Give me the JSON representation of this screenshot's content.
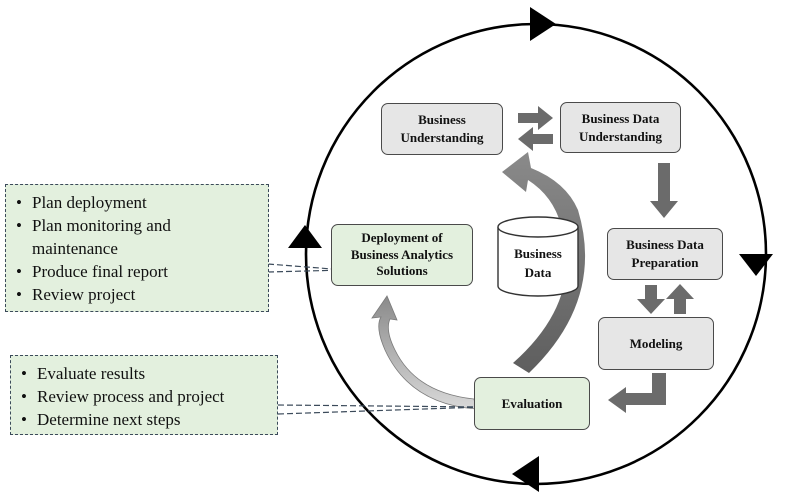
{
  "nodes": {
    "business_understanding": "Business\nUnderstanding",
    "data_understanding": "Business Data\nUnderstanding",
    "data_preparation": "Business Data\nPreparation",
    "modeling": "Modeling",
    "evaluation": "Evaluation",
    "deployment": "Deployment of\nBusiness Analytics\nSolutions"
  },
  "data_store": {
    "label": "Business\nData"
  },
  "deployment_notes": {
    "bullet": "•",
    "items": [
      "Plan deployment",
      "Plan monitoring and",
      "maintenance",
      "Produce final report",
      "Review project"
    ]
  },
  "evaluation_notes": {
    "bullet": "•",
    "items": [
      "Evaluate results",
      "Review process and project",
      "Determine next steps"
    ]
  },
  "colors": {
    "node_gray": "#e6e6e6",
    "node_green": "#e3f0de",
    "arrow_gray": "#6b6b6b",
    "cycle": "#000000"
  }
}
